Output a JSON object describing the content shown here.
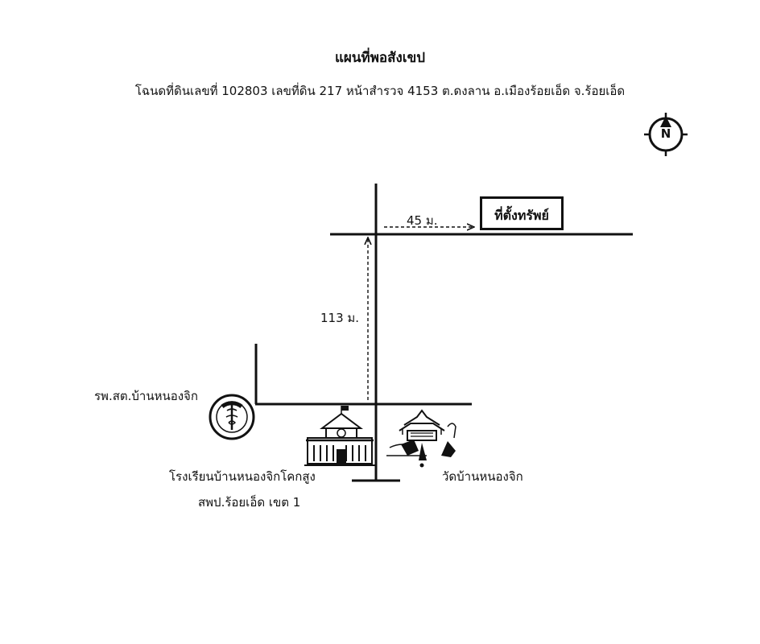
{
  "header": {
    "title": "แผนที่พอสังเขป",
    "subtitle": "โฉนดที่ดินเลขที่ 102803 เลขที่ดิน 217 หน้าสำรวจ 4153 ต.ดงลาน อ.เมืองร้อยเอ็ด จ.ร้อยเอ็ด"
  },
  "compass": {
    "letter": "N",
    "icon": "north-arrow-icon"
  },
  "destination": {
    "label": "ที่ตั้งทรัพย์"
  },
  "distances": {
    "horizontal": "45 ม.",
    "vertical": "113 ม."
  },
  "landmarks": {
    "clinic": {
      "label": "รพ.สต.บ้านหนองจิก",
      "icon": "health-clinic-emblem-icon"
    },
    "school": {
      "line1": "โรงเรียนบ้านหนองจิกโคกสูง",
      "line2": "สพป.ร้อยเอ็ด เขต 1",
      "icon": "school-building-icon"
    },
    "temple": {
      "label": "วัดบ้านหนองจิก",
      "icon": "temple-icon"
    }
  },
  "colors": {
    "ink": "#111111",
    "background": "#ffffff"
  }
}
